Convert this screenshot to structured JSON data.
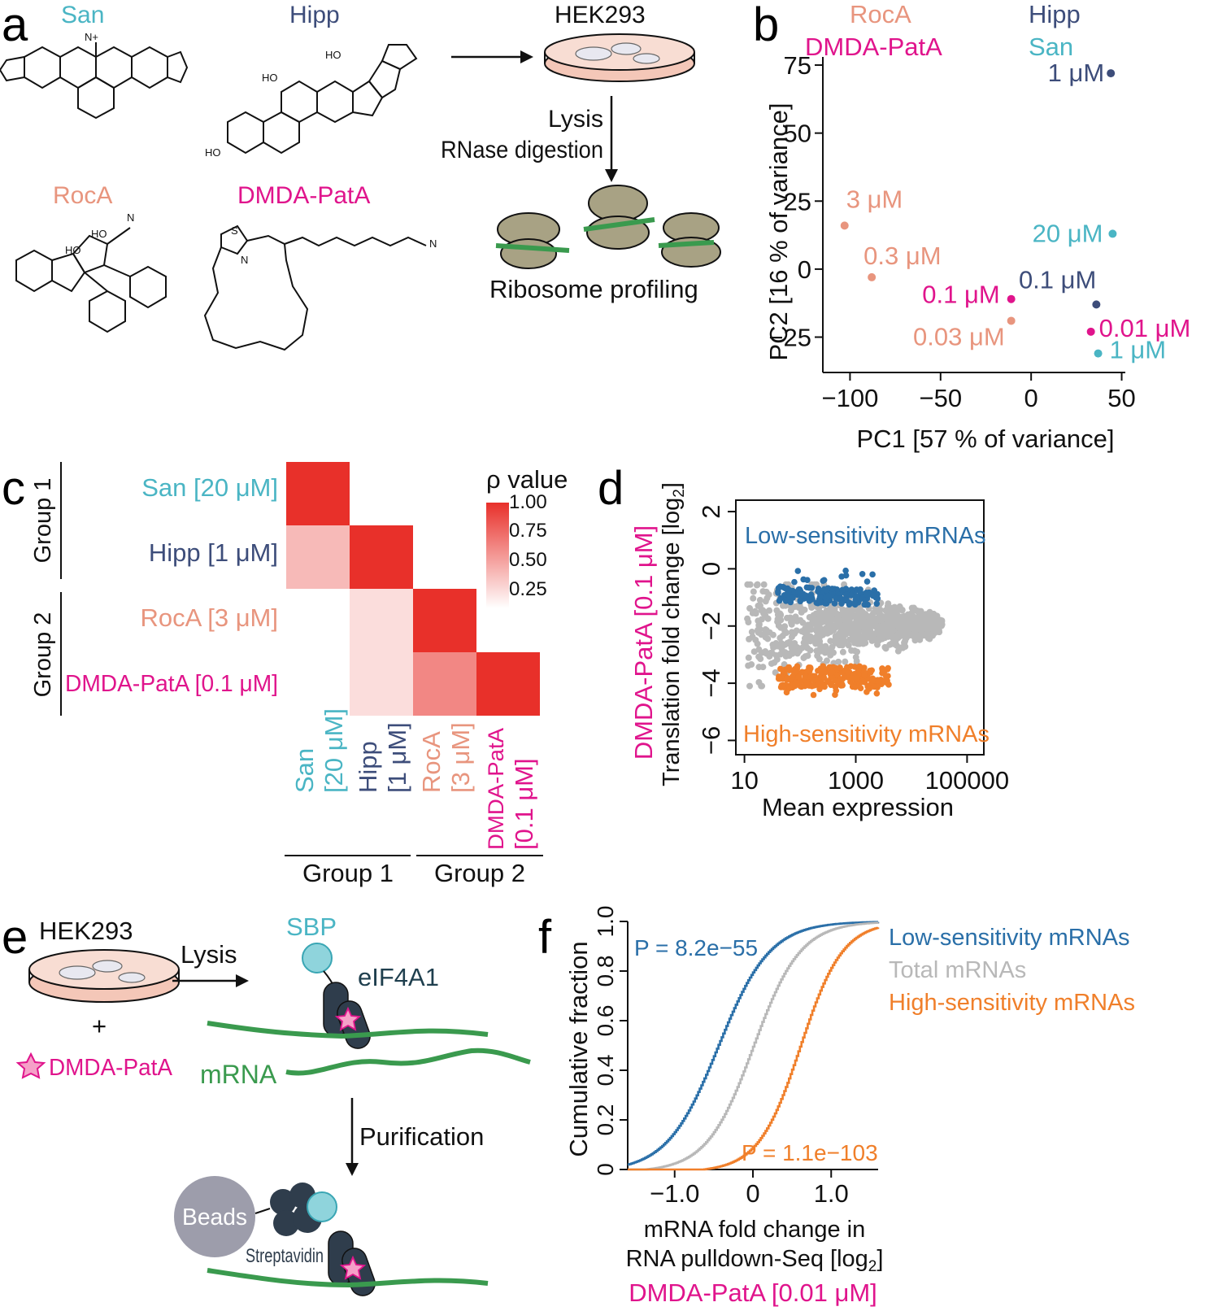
{
  "colors": {
    "san": "#4ab5c4",
    "hipp": "#3d4d7a",
    "roca": "#e8957e",
    "pata": "#e0148c",
    "low": "#2a6fa8",
    "high": "#f07f2a",
    "total": "#b8b8b8",
    "green": "#3a9a4e",
    "ribo": "#a8a284",
    "beads": "#9d9dab",
    "protein": "#2f3d4c",
    "dish": "#f4c7b8",
    "heat_full": "#e8302a"
  },
  "panel_a": {
    "label": "a",
    "compounds": [
      "San",
      "Hipp",
      "RocA",
      "DMDA-PatA"
    ],
    "cell_line": "HEK293",
    "step1": "Lysis",
    "step2": "RNase digestion",
    "output": "Ribosome profiling"
  },
  "panel_b": {
    "label": "b",
    "legend": [
      "RocA",
      "Hipp",
      "DMDA-PatA",
      "San"
    ],
    "xlabel": "PC1 [57 % of variance]",
    "ylabel": "PC2 [16 % of variance]"
  },
  "panel_c": {
    "label": "c",
    "row_labels": [
      "San [20 μM]",
      "Hipp [1 μM]",
      "RocA [3 μM]",
      "DMDA-PatA [0.1 μM]"
    ],
    "col_labels": [
      [
        "San",
        "[20 μM]"
      ],
      [
        "Hipp",
        "[1 μM]"
      ],
      [
        "RocA",
        "[3 μM]"
      ],
      [
        "DMDA-PatA",
        "[0.1 μM]"
      ]
    ],
    "groups": [
      "Group 1",
      "Group 2"
    ],
    "legend_title": "ρ value",
    "legend_ticks": [
      "1.00",
      "0.75",
      "0.50",
      "0.25"
    ]
  },
  "panel_d": {
    "label": "d",
    "ylabel_top": "DMDA-PatA [0.1 μM]",
    "ylabel_bottom": "Translation fold change [log",
    "ylabel_sub": "2",
    "ylabel_end": "]",
    "xlabel": "Mean expression",
    "low_label": "Low-sensitivity mRNAs",
    "high_label": "High-sensitivity mRNAs"
  },
  "panel_e": {
    "label": "e",
    "cell_line": "HEK293",
    "plus": "+",
    "drug": "DMDA-PatA",
    "step1": "Lysis",
    "sbp": "SBP",
    "eif": "eIF4A1",
    "mrna": "mRNA",
    "step2": "Purification",
    "beads": "Beads",
    "strep": "Streptavidin"
  },
  "panel_f": {
    "label": "f",
    "ylabel": "Cumulative fraction",
    "xlabel1": "mRNA fold change in",
    "xlabel2": "RNA pulldown-Seq [log",
    "xlabel2_sub": "2",
    "xlabel2_end": "]",
    "drug": "DMDA-PatA [0.01 μM]",
    "p_low": "P = 8.2e−55",
    "p_high": "P = 1.1e−103",
    "legend": [
      "Low-sensitivity mRNAs",
      "Total mRNAs",
      "High-sensitivity mRNAs"
    ]
  },
  "chart_data": [
    {
      "type": "scatter",
      "xlabel": "PC1 [57 % of variance]",
      "ylabel": "PC2 [16 % of variance]",
      "xlim": [
        -115,
        52
      ],
      "ylim": [
        -38,
        78
      ],
      "x_ticks": [
        -100,
        -50,
        0,
        50
      ],
      "x_tick_labels": [
        "−100",
        "−50",
        "0",
        "50"
      ],
      "y_ticks": [
        -25,
        0,
        25,
        50,
        75
      ],
      "y_tick_labels": [
        "−25",
        "0",
        "25",
        "50",
        "75"
      ],
      "points": [
        {
          "series": "Hipp",
          "label": "1 μM",
          "x": 44,
          "y": 72
        },
        {
          "series": "RocA",
          "label": "3 μM",
          "x": -103,
          "y": 16
        },
        {
          "series": "San",
          "label": "20 μM",
          "x": 45,
          "y": 13
        },
        {
          "series": "RocA",
          "label": "0.3 μM",
          "x": -88,
          "y": -3
        },
        {
          "series": "Hipp",
          "label": "0.1 μM",
          "x": 36,
          "y": -13
        },
        {
          "series": "DMDA-PatA",
          "label": "0.1 μM",
          "x": -11,
          "y": -11
        },
        {
          "series": "RocA",
          "label": "0.03 μM",
          "x": -11,
          "y": -19
        },
        {
          "series": "DMDA-PatA",
          "label": "0.01 μM",
          "x": 33,
          "y": -23
        },
        {
          "series": "San",
          "label": "1 μM",
          "x": 37,
          "y": -31
        }
      ]
    },
    {
      "type": "heatmap",
      "rows": [
        "San [20 μM]",
        "Hipp [1 μM]",
        "RocA [3 μM]",
        "DMDA-PatA [0.1 μM]"
      ],
      "cols": [
        "San [20 μM]",
        "Hipp [1 μM]",
        "RocA [3 μM]",
        "DMDA-PatA [0.1 μM]"
      ],
      "values": [
        [
          1.0,
          null,
          null,
          null
        ],
        [
          0.4,
          1.0,
          null,
          null
        ],
        [
          0.06,
          0.25,
          1.0,
          null
        ],
        [
          null,
          0.25,
          0.62,
          1.0
        ]
      ],
      "legend_range": [
        0.1,
        1.0
      ]
    },
    {
      "type": "scatter",
      "xlabel": "Mean expression",
      "ylabel": "Translation fold change [log2]",
      "x_scale": "log",
      "xlim": [
        7,
        200000
      ],
      "ylim": [
        -6.5,
        2.4
      ],
      "x_tick_labels": [
        "10",
        "1000",
        "100000"
      ],
      "y_ticks": [
        2,
        0,
        -2,
        -4,
        -6
      ],
      "y_tick_labels": [
        "2",
        "0",
        "−2",
        "−4",
        "−6"
      ],
      "series": [
        {
          "name": "Low-sensitivity mRNAs"
        },
        {
          "name": "High-sensitivity mRNAs"
        }
      ]
    },
    {
      "type": "line",
      "xlabel": "mRNA fold change in RNA pulldown-Seq [log2]",
      "ylabel": "Cumulative fraction",
      "xlim": [
        -1.6,
        1.6
      ],
      "ylim": [
        0,
        1.0
      ],
      "x_ticks": [
        -1.0,
        0,
        1.0
      ],
      "x_tick_labels": [
        "−1.0",
        "0",
        "1.0"
      ],
      "y_ticks": [
        0,
        0.2,
        0.4,
        0.6,
        0.8,
        1.0
      ],
      "y_tick_labels": [
        "0",
        "0.2",
        "0.4",
        "0.6",
        "0.8",
        "1.0"
      ],
      "series": [
        {
          "name": "Low-sensitivity mRNAs",
          "center": -0.45,
          "scale": 0.33
        },
        {
          "name": "Total mRNAs",
          "center": 0.0,
          "scale": 0.3
        },
        {
          "name": "High-sensitivity mRNAs",
          "center": 0.6,
          "scale": 0.27
        }
      ]
    }
  ]
}
